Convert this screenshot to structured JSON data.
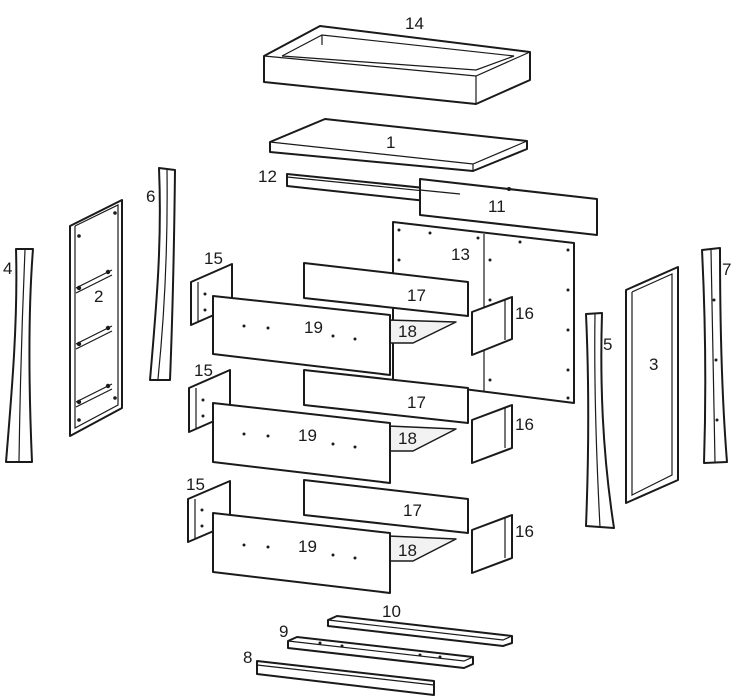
{
  "diagram": {
    "labels": {
      "p1": "1",
      "p2": "2",
      "p3": "3",
      "p4": "4",
      "p5": "5",
      "p6": "6",
      "p7": "7",
      "p8": "8",
      "p9": "9",
      "p10": "10",
      "p11": "11",
      "p12": "12",
      "p13": "13",
      "p14": "14",
      "p15a": "15",
      "p15b": "15",
      "p15c": "15",
      "p16a": "16",
      "p16b": "16",
      "p16c": "16",
      "p17a": "17",
      "p17b": "17",
      "p17c": "17",
      "p18a": "18",
      "p18b": "18",
      "p18c": "18",
      "p19a": "19",
      "p19b": "19",
      "p19c": "19"
    }
  }
}
